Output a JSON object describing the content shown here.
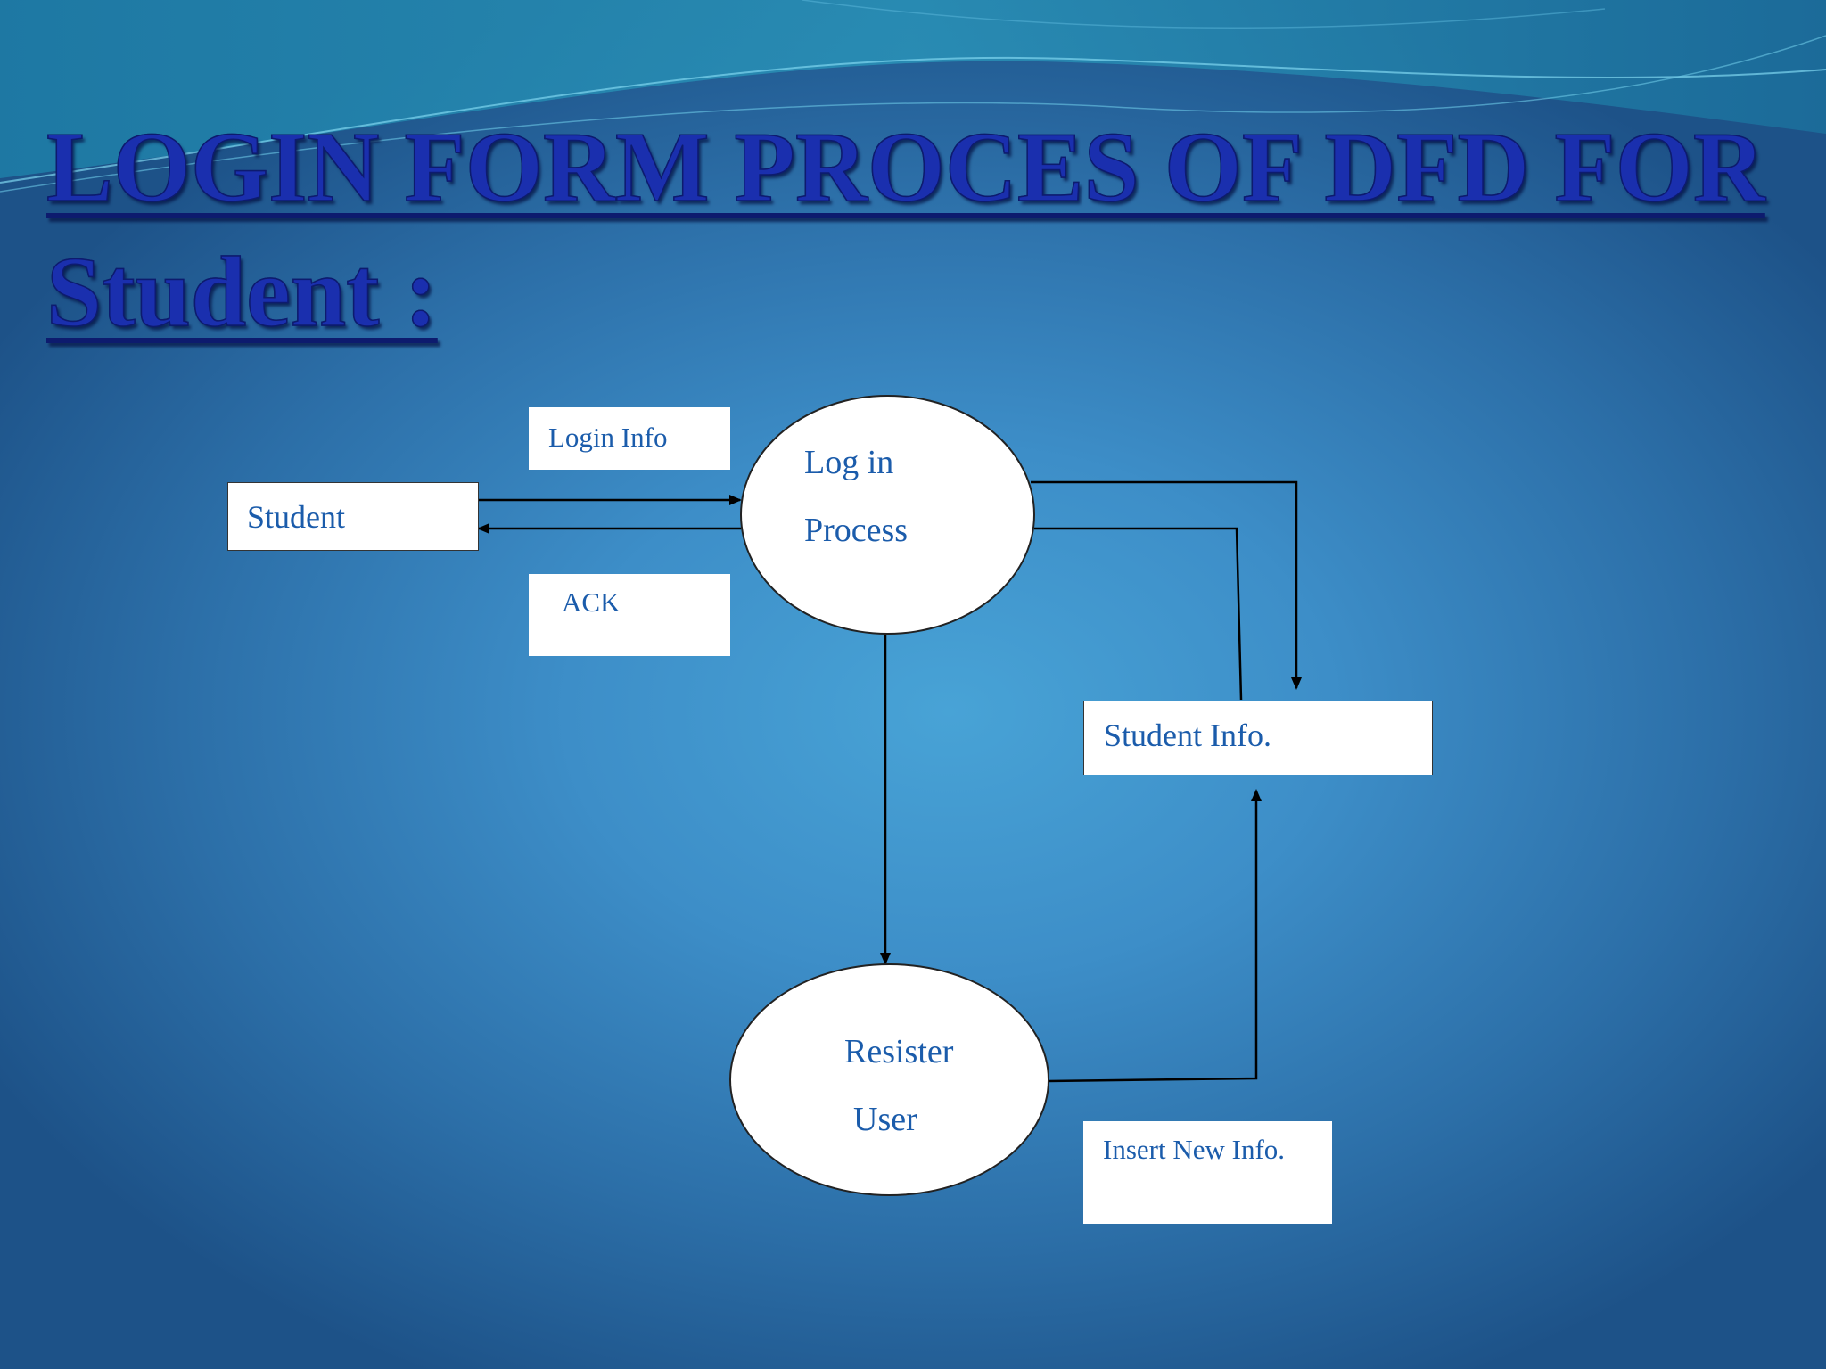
{
  "title": {
    "line1": "LOGIN FORM PROCES OF DFD FOR",
    "line2": "Student :"
  },
  "diagram": {
    "entities": {
      "student": "Student",
      "student_info": "Student Info."
    },
    "processes": {
      "login": {
        "line1": "Log in",
        "line2": "Process"
      },
      "register": {
        "line1": "Resister",
        "line2": "User"
      }
    },
    "flow_labels": {
      "login_info": "Login Info",
      "ack": "ACK",
      "insert_new_info": "Insert New Info."
    }
  },
  "colors": {
    "title": "#1a2fae",
    "diagram_text": "#1b5cab",
    "background_center": "#48a3d6",
    "background_edge": "#1d5288"
  }
}
